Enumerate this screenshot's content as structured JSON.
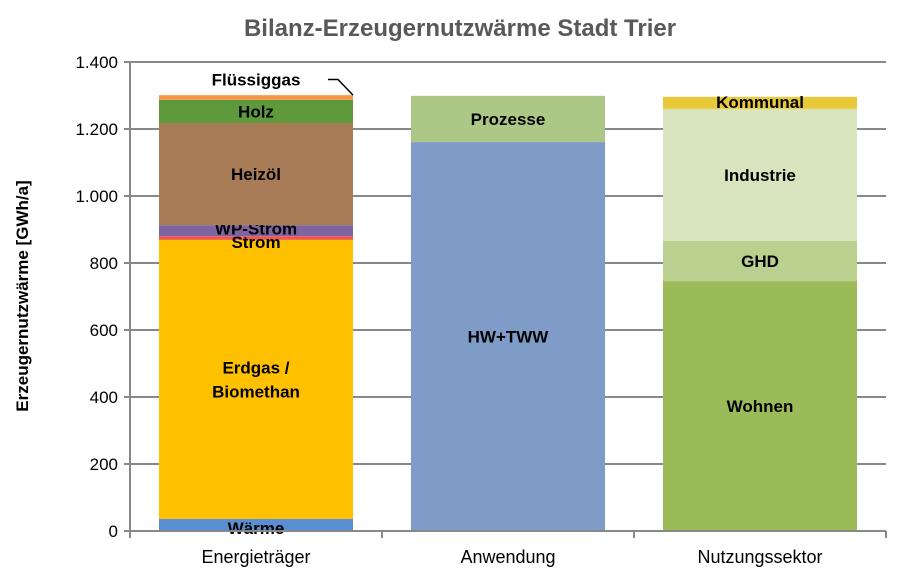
{
  "chart_data": {
    "type": "bar",
    "stacked": true,
    "title": "Bilanz-Erzeugernutzwärme Stadt Trier",
    "xlabel": "",
    "ylabel": "Erzeugernutzwärme [GWh/a]",
    "ylim": [
      0,
      1400
    ],
    "yticks": [
      0,
      200,
      400,
      600,
      800,
      1000,
      1200,
      1400
    ],
    "ytick_labels": [
      "0",
      "200",
      "400",
      "600",
      "800",
      "1.000",
      "1.200",
      "1.400"
    ],
    "grid": true,
    "legend": "none (segment labels inside bars)",
    "categories": [
      "Energieträger",
      "Anwendung",
      "Nutzungssektor"
    ],
    "stacks": [
      {
        "category": "Energieträger",
        "segments": [
          {
            "name": "Wärme",
            "value": 36,
            "color": "#5b8fd4"
          },
          {
            "name": "Erdgas / Biomethan",
            "value": 833,
            "color": "#ffc000"
          },
          {
            "name": "Strom",
            "value": 11,
            "color": "#f0584a"
          },
          {
            "name": "WP-Strom",
            "value": 33,
            "color": "#8064a2"
          },
          {
            "name": "Heizöl",
            "value": 305,
            "color": "#a87c57"
          },
          {
            "name": "Holz",
            "value": 69,
            "color": "#5e9a3c"
          },
          {
            "name": "Flüssiggas",
            "value": 14,
            "color": "#f79646"
          }
        ]
      },
      {
        "category": "Anwendung",
        "segments": [
          {
            "name": "HW+TWW",
            "value": 1161,
            "color": "#7f9cc9"
          },
          {
            "name": "Prozesse",
            "value": 138,
            "color": "#adc787"
          }
        ]
      },
      {
        "category": "Nutzungssektor",
        "segments": [
          {
            "name": "Wohnen",
            "value": 746,
            "color": "#9bbb59"
          },
          {
            "name": "GHD",
            "value": 120,
            "color": "#b9d08f"
          },
          {
            "name": "Industrie",
            "value": 394,
            "color": "#d7e4bd"
          },
          {
            "name": "Kommunal",
            "value": 36,
            "color": "#e8c93a"
          }
        ]
      }
    ]
  }
}
